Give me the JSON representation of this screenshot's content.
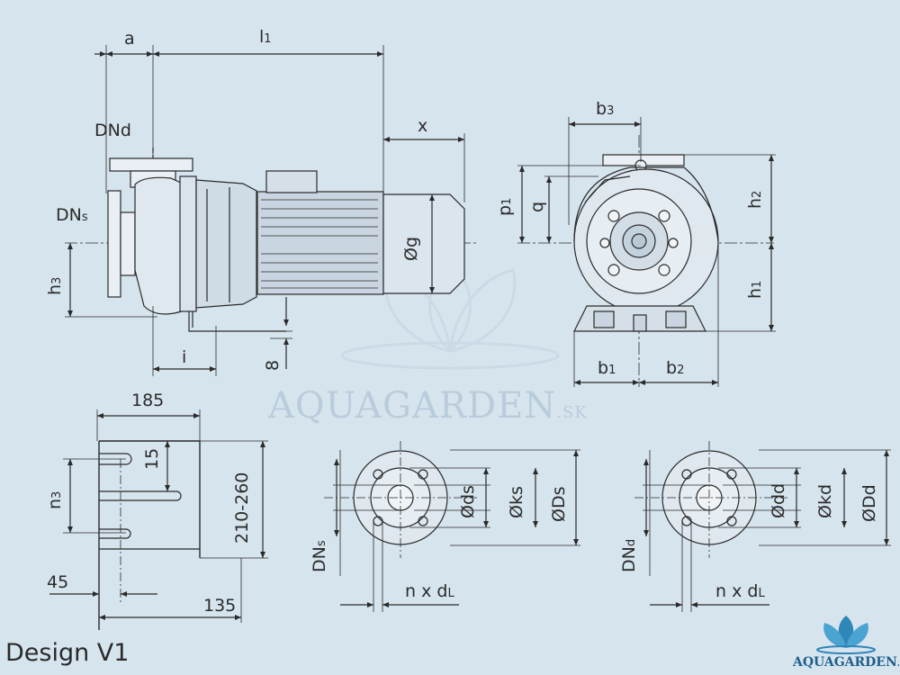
{
  "title": "Design V1",
  "brand": {
    "name": "AQUAGARDEN",
    "suffix": ".SK"
  },
  "side_view": {
    "labels": {
      "a": "a",
      "l1": "l",
      "l1_sub": "1",
      "x": "x",
      "DNd": "DN",
      "DNd_sub": "d",
      "DNs": "DN",
      "DNs_sub": "s",
      "g": "Øg",
      "h3": "h",
      "h3_sub": "3",
      "i": "i",
      "eight": "8"
    }
  },
  "front_view": {
    "labels": {
      "b3": "b",
      "b3_sub": "3",
      "p1": "p",
      "p1_sub": "1",
      "q": "q",
      "h2": "h",
      "h2_sub": "2",
      "h1": "h",
      "h1_sub": "1",
      "b1": "b",
      "b1_sub": "1",
      "b2": "b",
      "b2_sub": "2"
    }
  },
  "foot_detail": {
    "labels": {
      "w185": "185",
      "d15": "15",
      "n3": "n",
      "n3_sub": "3",
      "range": "210-260",
      "d45": "45",
      "d135": "135"
    }
  },
  "suction_flange": {
    "labels": {
      "ds": "Øds",
      "ks": "Øks",
      "Ds": "ØDs",
      "DNs": "DN",
      "DNs_sub": "s",
      "holes": "n x d",
      "holes_sub": "L"
    }
  },
  "discharge_flange": {
    "labels": {
      "dd": "Ødd",
      "kd": "Økd",
      "Dd": "ØDd",
      "DNd": "DN",
      "DNd_sub": "d",
      "holes": "n x d",
      "holes_sub": "L"
    }
  },
  "colors": {
    "background": "#d6e4ee",
    "line": "#2a2a2a",
    "accent": "#1f5f8a"
  }
}
